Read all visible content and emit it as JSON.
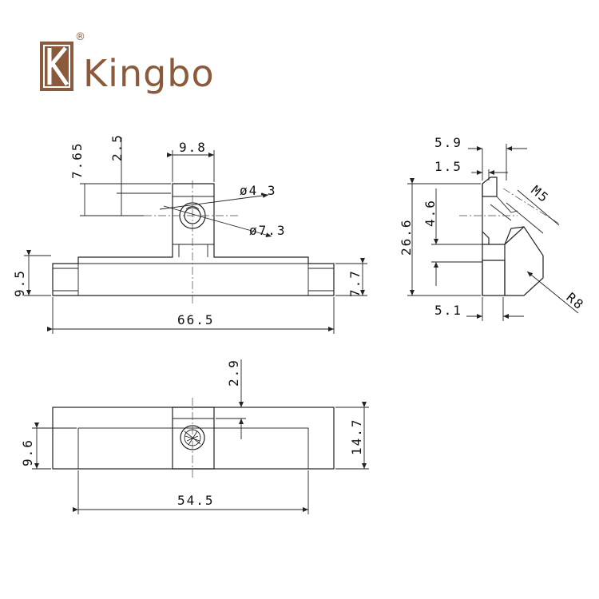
{
  "brand": {
    "name": "Kingbo",
    "registered": "®",
    "logo_letter": "K",
    "color": "#8b5a3c"
  },
  "front_view": {
    "dim_7_65": "7.65",
    "dim_2_5": "2.5",
    "dim_9_8": "9.8",
    "dim_hole_inner": "ø4.3",
    "dim_hole_outer": "ø7.3",
    "dim_9_5": "9.5",
    "dim_7_7": "7.7",
    "dim_66_5": "66.5"
  },
  "side_view": {
    "dim_5_9": "5.9",
    "dim_1_5": "1.5",
    "dim_thread": "M5",
    "dim_4_6": "4.6",
    "dim_26_6": "26.6",
    "dim_5_1": "5.1",
    "dim_radius": "R8"
  },
  "bottom_view": {
    "dim_2_9": "2.9",
    "dim_9_6": "9.6",
    "dim_14_7": "14.7",
    "dim_54_5": "54.5"
  }
}
